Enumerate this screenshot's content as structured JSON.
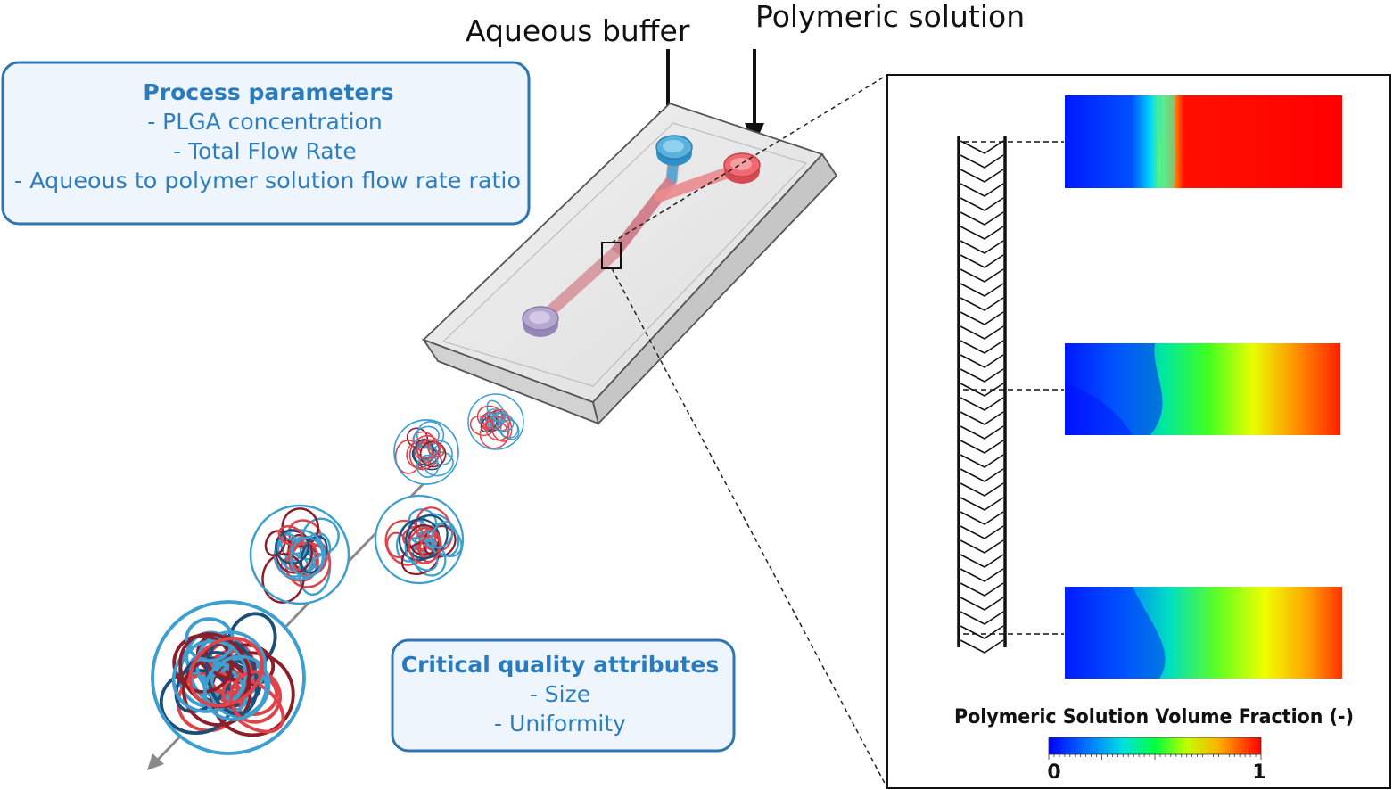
{
  "inlets": {
    "aqueous_label": "Aqueous buffer",
    "polymeric_label": "Polymeric solution"
  },
  "process_box": {
    "title": "Process parameters",
    "lines": [
      "- PLGA concentration",
      "- Total Flow Rate",
      "- Aqueous to polymer solution flow rate ratio"
    ]
  },
  "quality_box": {
    "title": "Critical quality attributes",
    "lines": [
      "- Size",
      "- Uniformity"
    ]
  },
  "colorbar": {
    "title": "Polymeric Solution Volume Fraction (-)",
    "min_label": "0",
    "max_label": "1"
  },
  "colors": {
    "box_border": "#2e75b6",
    "box_fill": "#eef5fc",
    "box_text": "#2e7dbd",
    "aqueous": "#3d9fd0",
    "polymer": "#e0424a",
    "outlet": "#9c88b8"
  },
  "icons": {
    "chip": "microfluidic-chip-icon",
    "nanoparticle": "nanoparticle-icon",
    "herringbone": "herringbone-mixer-icon"
  }
}
